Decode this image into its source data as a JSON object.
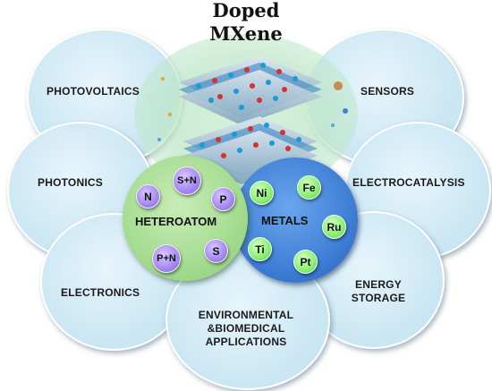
{
  "title": {
    "line1": "Doped",
    "line2": "MXene"
  },
  "applications": {
    "photovoltaics": "PHOTOVOLTAICS",
    "sensors": "SENSORS",
    "photonics": "PHOTONICS",
    "electrocatalysis": "ELECTROCATALYSIS",
    "electronics": "ELECTRONICS",
    "energy_storage": {
      "line1": "ENERGY",
      "line2": "STORAGE"
    },
    "env_bio": {
      "line1": "ENVIRONMENTAL",
      "line2": "&BIOMEDICAL",
      "line3": "APPLICATIONS"
    }
  },
  "heteroatom": {
    "label": "HETEROATOM",
    "atoms": [
      "N",
      "S+N",
      "P",
      "P+N",
      "S"
    ]
  },
  "metals": {
    "label": "METALS",
    "atoms": [
      "Ni",
      "Fe",
      "Ru",
      "Ti",
      "Pt"
    ]
  },
  "colors": {
    "app_circle": "#cfe9f5",
    "heteroatom_circle": "#a4dc8f",
    "metals_circle": "#3f7fd6",
    "heteroatom_atom": "#a98ef0",
    "metal_atom": "#8ff07a"
  }
}
